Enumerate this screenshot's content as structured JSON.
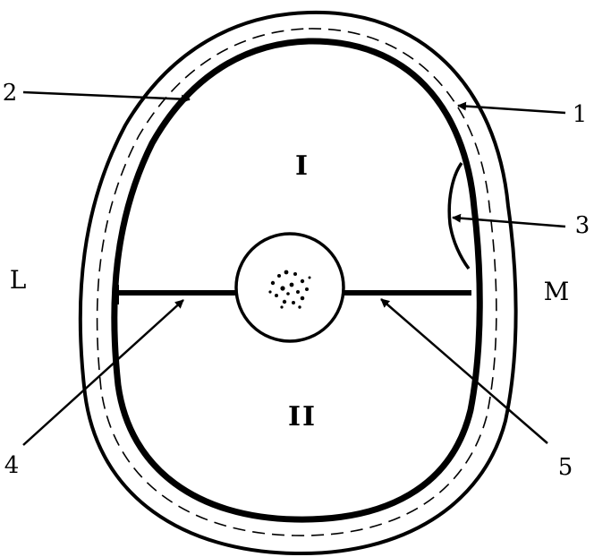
{
  "diagram": {
    "regions": {
      "upper": "I",
      "lower": "II"
    },
    "sides": {
      "left": "L",
      "right": "M"
    },
    "callouts": [
      "1",
      "2",
      "3",
      "4",
      "5"
    ]
  },
  "colors": {
    "ink": "#000000",
    "paper": "#ffffff"
  }
}
